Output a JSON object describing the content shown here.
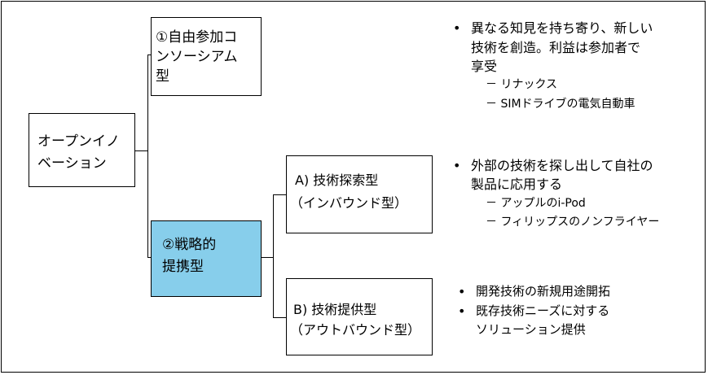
{
  "colors": {
    "highlight": "#87ceeb",
    "line": "#000000",
    "background": "#ffffff"
  },
  "root": {
    "line1": "オープンイノ",
    "line2": "ベーション"
  },
  "node1": {
    "line1": "①自由参加コ",
    "line2": "ンソーシアム",
    "line3": "型"
  },
  "node2": {
    "line1": "②戦略的",
    "line2": "提携型"
  },
  "nodeA": {
    "line1": "A)  技術探索型",
    "line2": "（インバウンド型）"
  },
  "nodeB": {
    "line1": "B) 技術提供型",
    "line2": "（アウトバウンド型）"
  },
  "desc1": {
    "line1": "異なる知見を持ち寄り、新しい",
    "line2": "技術を創造。利益は参加者で",
    "line3": "享受",
    "sub1": "－  リナックス",
    "sub2": "－  SIMドライブの電気自動車"
  },
  "descA": {
    "line1": "外部の技術を探し出して自社の",
    "line2": "製品に応用する",
    "sub1": "－  アップルのi-Pod",
    "sub2": "－  フィリップスのノンフライヤー"
  },
  "descB": {
    "item1": "開発技術の新規用途開拓",
    "item2": "既存技術ニーズに対する",
    "item2b": "ソリューション提供"
  },
  "bullet": "•"
}
